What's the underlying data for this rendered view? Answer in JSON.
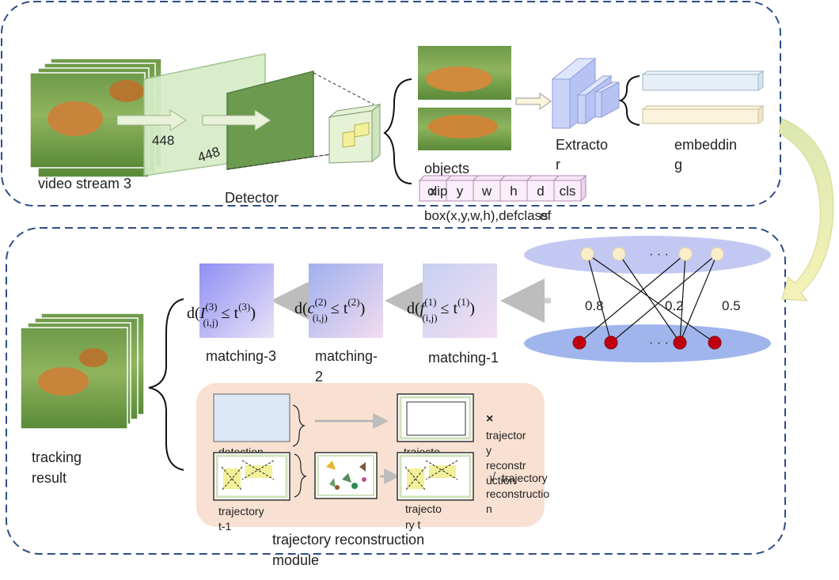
{
  "top": {
    "video_stream_label": "video stream 3",
    "detector_label": "Detector",
    "size_front": "448",
    "size_back": "448",
    "objects_label": "objects",
    "extractor_line1": "Extracto",
    "extractor_line2": "r",
    "embedding_line1": "embeddin",
    "embedding_line2": "g",
    "box_fields": [
      "x",
      "y",
      "w",
      "h",
      "d",
      "cls"
    ],
    "box_field_overlay": "clip",
    "box_field_overlay2": "ef",
    "box_caption": "box(x,y,w,h),defclass"
  },
  "bipartite": {
    "dots": "· · ·",
    "weights": [
      "0.8",
      "0.2",
      "0.5"
    ]
  },
  "matching": {
    "stages": [
      {
        "label": "matching-1",
        "formula_var": "f",
        "sup": "(1)",
        "sub": "(i,j)",
        "rhs": "≤ t",
        "rhs_sup": "(1)"
      },
      {
        "label_line1": "matching-",
        "label_line2": "2",
        "formula_var": "c",
        "sup": "(2)",
        "sub": "(i,j)",
        "rhs": "≤ t",
        "rhs_sup": "(2)"
      },
      {
        "label": "matching-3",
        "formula_var": "I",
        "sup": "(3)",
        "sub": "(i,j)",
        "rhs": "≤ t",
        "rhs_sup": "(3)"
      }
    ]
  },
  "result": {
    "line1": "tracking",
    "line2": "result"
  },
  "module": {
    "detection_label": "detection",
    "traj_prev_line1": "trajectory",
    "traj_prev_line2": "t-1",
    "traj_out_label": "trajecto",
    "traj_t_line1": "trajecto",
    "traj_t_line2": "ry  t",
    "cross_mark": "×",
    "fail_lines": [
      "trajector",
      "y",
      "reconstr",
      "uction"
    ],
    "check_mark": "√",
    "ok_lines": [
      "trajectory",
      "reconstructio",
      "n"
    ],
    "caption_line1": "trajectory reconstruction",
    "caption_line2": "module"
  }
}
